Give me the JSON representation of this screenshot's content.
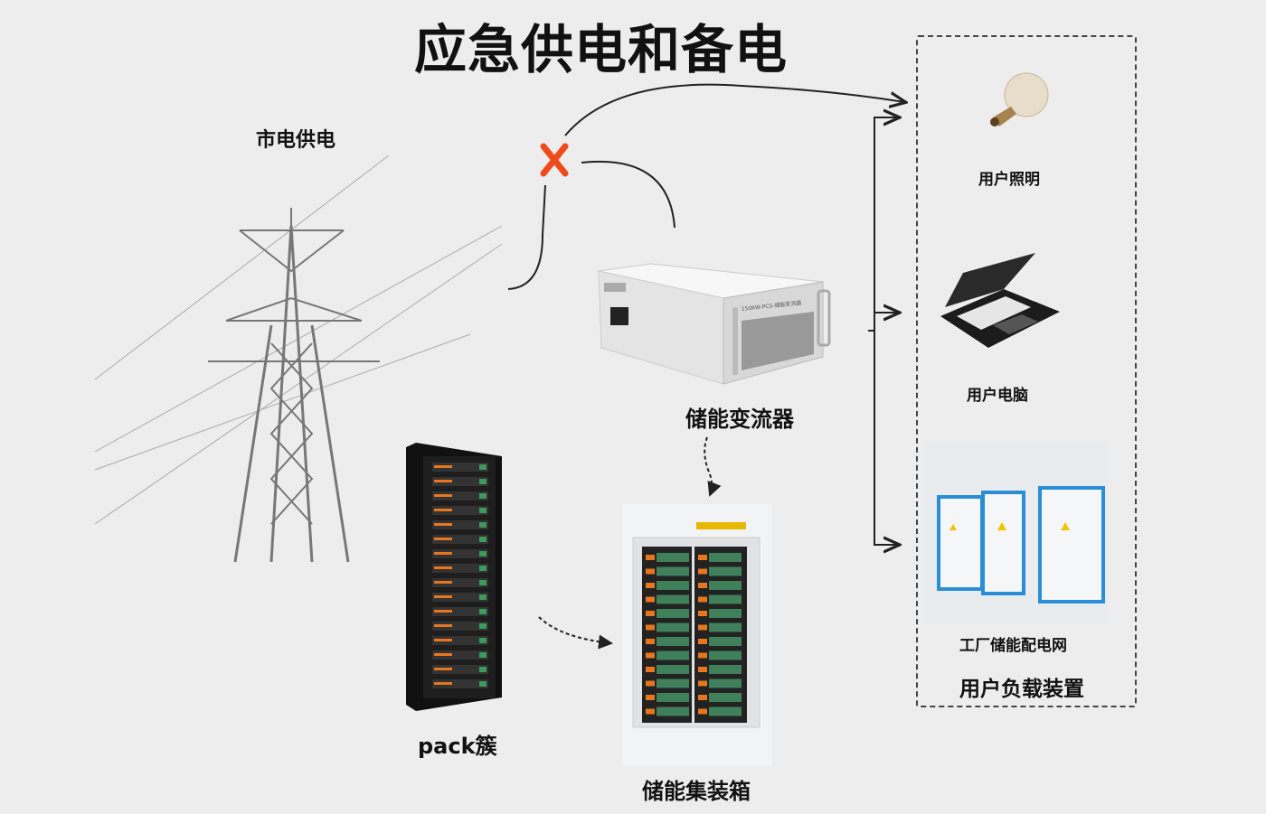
{
  "title": "应急供电和备电",
  "nodes": {
    "grid": {
      "label": "市电供电",
      "icon": "transmission-tower"
    },
    "pcs": {
      "label": "储能变流器",
      "device_text": "150KW-PCS-储能变流器",
      "icon": "pcs-cabinet"
    },
    "pack": {
      "label": "pack簇",
      "icon": "battery-rack"
    },
    "container": {
      "label": "储能集装箱",
      "icon": "battery-container"
    }
  },
  "load_group": {
    "label": "用户负载装置",
    "items": [
      {
        "label": "用户照明",
        "icon": "light-bulb"
      },
      {
        "label": "用户电脑",
        "icon": "laptop"
      },
      {
        "label": "工厂储能配电网",
        "icon": "distribution-cabinets"
      }
    ]
  },
  "colors": {
    "background": "#ededed",
    "cross": "#f04a1a",
    "line": "#222222"
  }
}
